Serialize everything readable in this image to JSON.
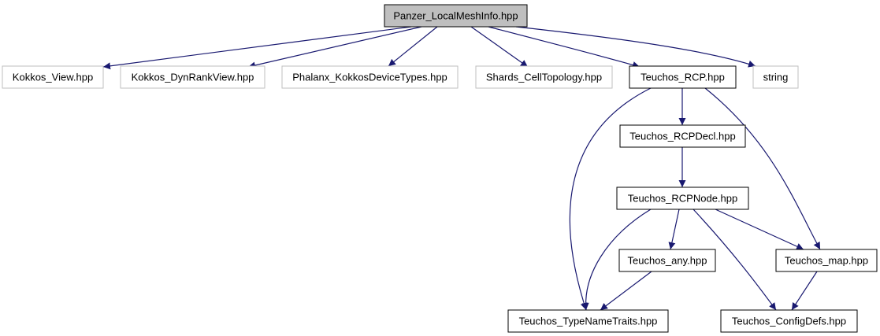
{
  "colors": {
    "edge": "#191970",
    "root_fill": "#bfbfbf",
    "node_border": "#000000",
    "external_border": "#bfbfbf",
    "text": "#000000",
    "background": "#ffffff"
  },
  "nodes": [
    {
      "id": "root",
      "label": "Panzer_LocalMeshInfo.hpp",
      "kind": "root"
    },
    {
      "id": "kokkos_view",
      "label": "Kokkos_View.hpp",
      "kind": "external"
    },
    {
      "id": "kokkos_dynrank",
      "label": "Kokkos_DynRankView.hpp",
      "kind": "external"
    },
    {
      "id": "phalanx",
      "label": "Phalanx_KokkosDeviceTypes.hpp",
      "kind": "external"
    },
    {
      "id": "shards",
      "label": "Shards_CellTopology.hpp",
      "kind": "external"
    },
    {
      "id": "rcp",
      "label": "Teuchos_RCP.hpp",
      "kind": "internal"
    },
    {
      "id": "string",
      "label": "string",
      "kind": "external"
    },
    {
      "id": "rcpdecl",
      "label": "Teuchos_RCPDecl.hpp",
      "kind": "internal"
    },
    {
      "id": "rcpnode",
      "label": "Teuchos_RCPNode.hpp",
      "kind": "internal"
    },
    {
      "id": "any",
      "label": "Teuchos_any.hpp",
      "kind": "internal"
    },
    {
      "id": "map",
      "label": "Teuchos_map.hpp",
      "kind": "internal"
    },
    {
      "id": "typename",
      "label": "Teuchos_TypeNameTraits.hpp",
      "kind": "internal"
    },
    {
      "id": "configdefs",
      "label": "Teuchos_ConfigDefs.hpp",
      "kind": "internal"
    }
  ],
  "edges": [
    {
      "from": "root",
      "to": "kokkos_view"
    },
    {
      "from": "root",
      "to": "kokkos_dynrank"
    },
    {
      "from": "root",
      "to": "phalanx"
    },
    {
      "from": "root",
      "to": "shards"
    },
    {
      "from": "root",
      "to": "rcp"
    },
    {
      "from": "root",
      "to": "string"
    },
    {
      "from": "rcp",
      "to": "rcpdecl"
    },
    {
      "from": "rcp",
      "to": "typename"
    },
    {
      "from": "rcp",
      "to": "map"
    },
    {
      "from": "rcpdecl",
      "to": "rcpnode"
    },
    {
      "from": "rcpnode",
      "to": "any"
    },
    {
      "from": "rcpnode",
      "to": "map"
    },
    {
      "from": "rcpnode",
      "to": "typename"
    },
    {
      "from": "rcpnode",
      "to": "configdefs"
    },
    {
      "from": "any",
      "to": "typename"
    },
    {
      "from": "map",
      "to": "configdefs"
    }
  ]
}
